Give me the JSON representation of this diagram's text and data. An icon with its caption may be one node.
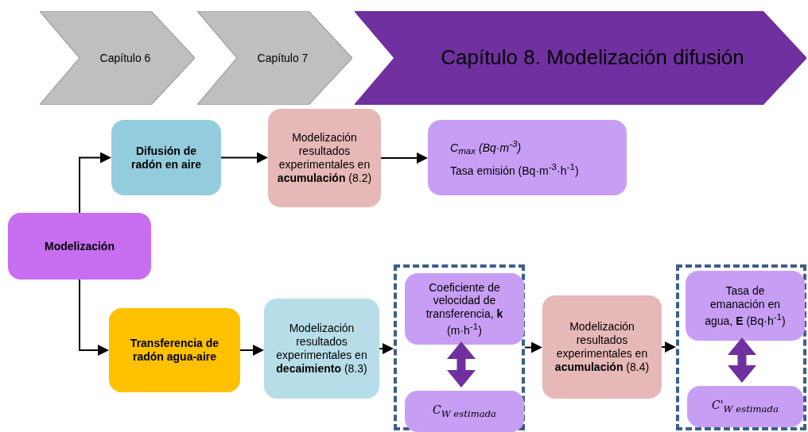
{
  "diagram": {
    "nodes": [
      {
        "text": [
          "Capítulo 6"
        ]
      },
      {
        "text": [
          "Capítulo 7"
        ]
      },
      {
        "text": [
          "Capítulo 8. Modelización difusión"
        ]
      },
      {
        "text": [
          "Modelización"
        ]
      },
      {
        "text": [
          "Difusión de radón en aire"
        ]
      },
      {
        "text": [
          "Modelización resultados experimentales en **acumulación** (8.2)"
        ]
      },
      {
        "text": [
          "C$_{max}$ (Bq·m$^{-3}$)",
          "Tasa emisión (Bq·m$^{-3}$·h$^{-1}$)"
        ]
      },
      {
        "text": [
          "Transferencia de radón agua-aire"
        ]
      },
      {
        "text": [
          "Modelización resultados experimentales en **decaimiento** (8.3)"
        ]
      },
      {
        "text": [],
        "shape": "box"
      },
      {
        "text": [
          "Coeficiente de velocidad de transferencia, **k** (m·h$^{-1}$)"
        ],
        "in": 9
      },
      {
        "text": [
          "C$_{W estimada}$"
        ],
        "in": 9
      },
      {
        "text": [
          "Modelización resultados experimentales en **acumulación** (8.4)"
        ]
      },
      {
        "text": [],
        "shape": "box"
      },
      {
        "text": [
          "Tasa de emanación en agua, **E** (Bq·h$^{-1}$)"
        ],
        "in": 13
      },
      {
        "text": [
          "C'$_{W estimada}$"
        ],
        "in": 13
      }
    ],
    "edges": [
      {
        "from": 3,
        "to": 4,
        "arrow": "to"
      },
      {
        "from": 3,
        "to": 7,
        "arrow": "to"
      },
      {
        "from": 4,
        "to": 5,
        "arrow": "to"
      },
      {
        "from": 5,
        "to": 6,
        "arrow": "to"
      },
      {
        "from": 7,
        "to": 8,
        "arrow": "to"
      },
      {
        "from": 8,
        "to": 9,
        "arrow": "to"
      },
      {
        "from": 9,
        "to": 12,
        "arrow": "to"
      },
      {
        "from": 12,
        "to": 13,
        "arrow": "to"
      },
      {
        "from": 10,
        "to": 11,
        "arrow": "both",
        "style": "thick",
        "color": "#7030a0"
      },
      {
        "from": 14,
        "to": 15,
        "arrow": "both",
        "style": "thick",
        "color": "#7030a0"
      }
    ]
  }
}
